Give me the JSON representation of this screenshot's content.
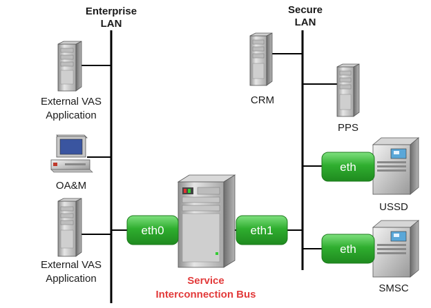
{
  "lans": {
    "enterprise": {
      "line1": "Enterprise",
      "line2": "LAN"
    },
    "secure": {
      "line1": "Secure",
      "line2": "LAN"
    }
  },
  "nodes": {
    "ext_vas_top": {
      "line1": "External VAS",
      "line2": "Application"
    },
    "oam": {
      "label": "OA&M"
    },
    "ext_vas_bottom": {
      "line1": "External VAS",
      "line2": "Application"
    },
    "crm": {
      "label": "CRM"
    },
    "pps": {
      "label": "PPS"
    },
    "ussd": {
      "label": "USSD"
    },
    "smsc": {
      "label": "SMSC"
    },
    "bus": {
      "line1": "Service",
      "line2": "Interconnection Bus"
    }
  },
  "interfaces": {
    "eth0": "eth0",
    "eth1": "eth1",
    "eth_ussd": "eth",
    "eth_smsc": "eth"
  },
  "colors": {
    "bus_label": "#e23a3a",
    "eth_green": "#2fae2f",
    "line": "#000000"
  }
}
